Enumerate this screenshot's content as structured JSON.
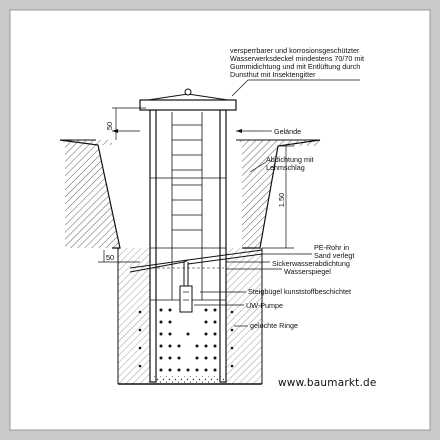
{
  "diagram": {
    "labels": {
      "cover_line1": "versperrbarer und korrosionsgeschützter",
      "cover_line2": "Wasserwerksdeckel mindestens 70/70 mit",
      "cover_line3": "Gummidichtung und mit Entlüftung durch",
      "cover_line4": "Dunsthut mit Insektengitter",
      "ground": "Gelände",
      "seal_line1": "Abdichtung mit",
      "seal_line2": "Lehmschlag",
      "pipe_line1": "PE-Rohr in",
      "pipe_line2": "Sand verlegt",
      "seepage": "Sickerwasserabdichtung",
      "water_level": "Wasserspiegel",
      "steps": "Steigbügel kunststoffbeschichtet",
      "pump": "UW-Pumpe",
      "rings": "gelochte Ringe"
    },
    "dimensions": {
      "top": "50",
      "middle": "1.50",
      "bottom": "50"
    },
    "watermark": "www.baumarkt.de",
    "colors": {
      "outer_background": "#c9c9c9",
      "panel": "#ffffff",
      "line": "#111111"
    }
  }
}
